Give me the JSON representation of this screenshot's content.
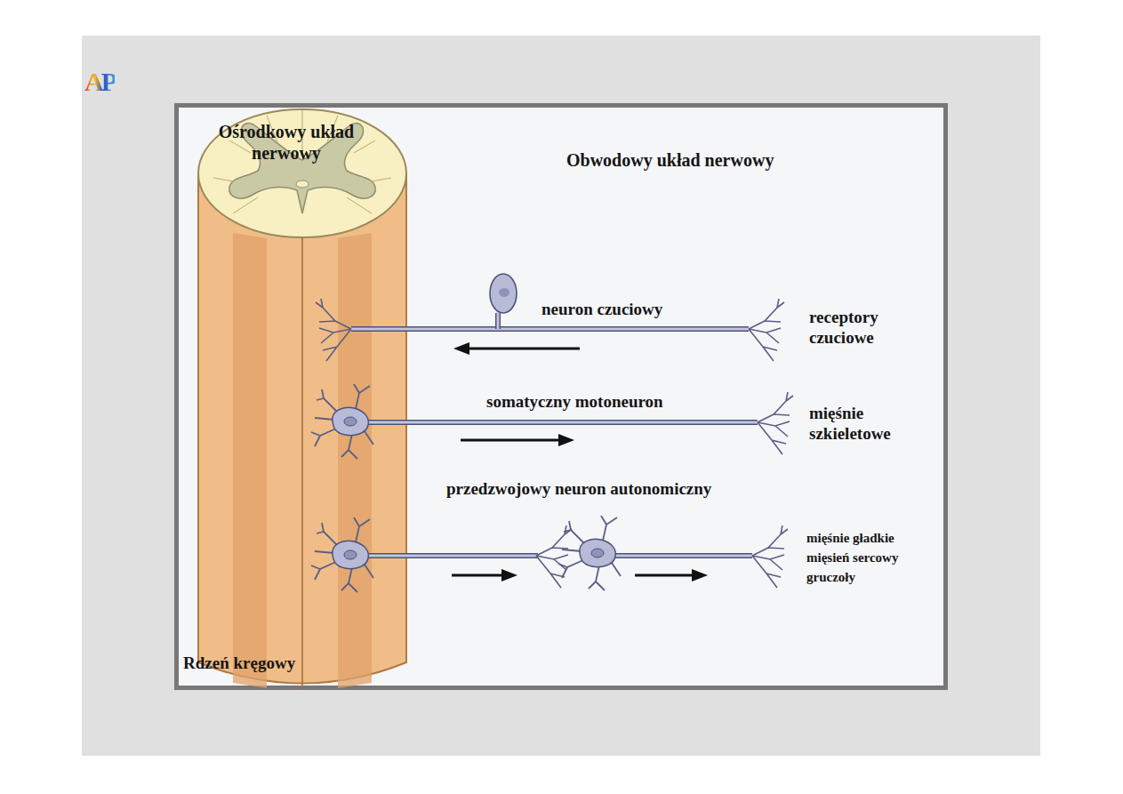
{
  "diagram": {
    "labels": [
      "AP",
      "Ośrodkowy układ nerwowy",
      "Obwodowy układ nerwowy",
      "neuron czuciowy",
      "receptory czuciowe",
      "somatyczny motoneuron",
      "mięśnie szkieletowe",
      "przedzwojowy neuron autonomiczny",
      "mięśnie gładkie",
      "mięsień sercowy",
      "gruczoły",
      "Rdzeń kręgowy"
    ]
  }
}
